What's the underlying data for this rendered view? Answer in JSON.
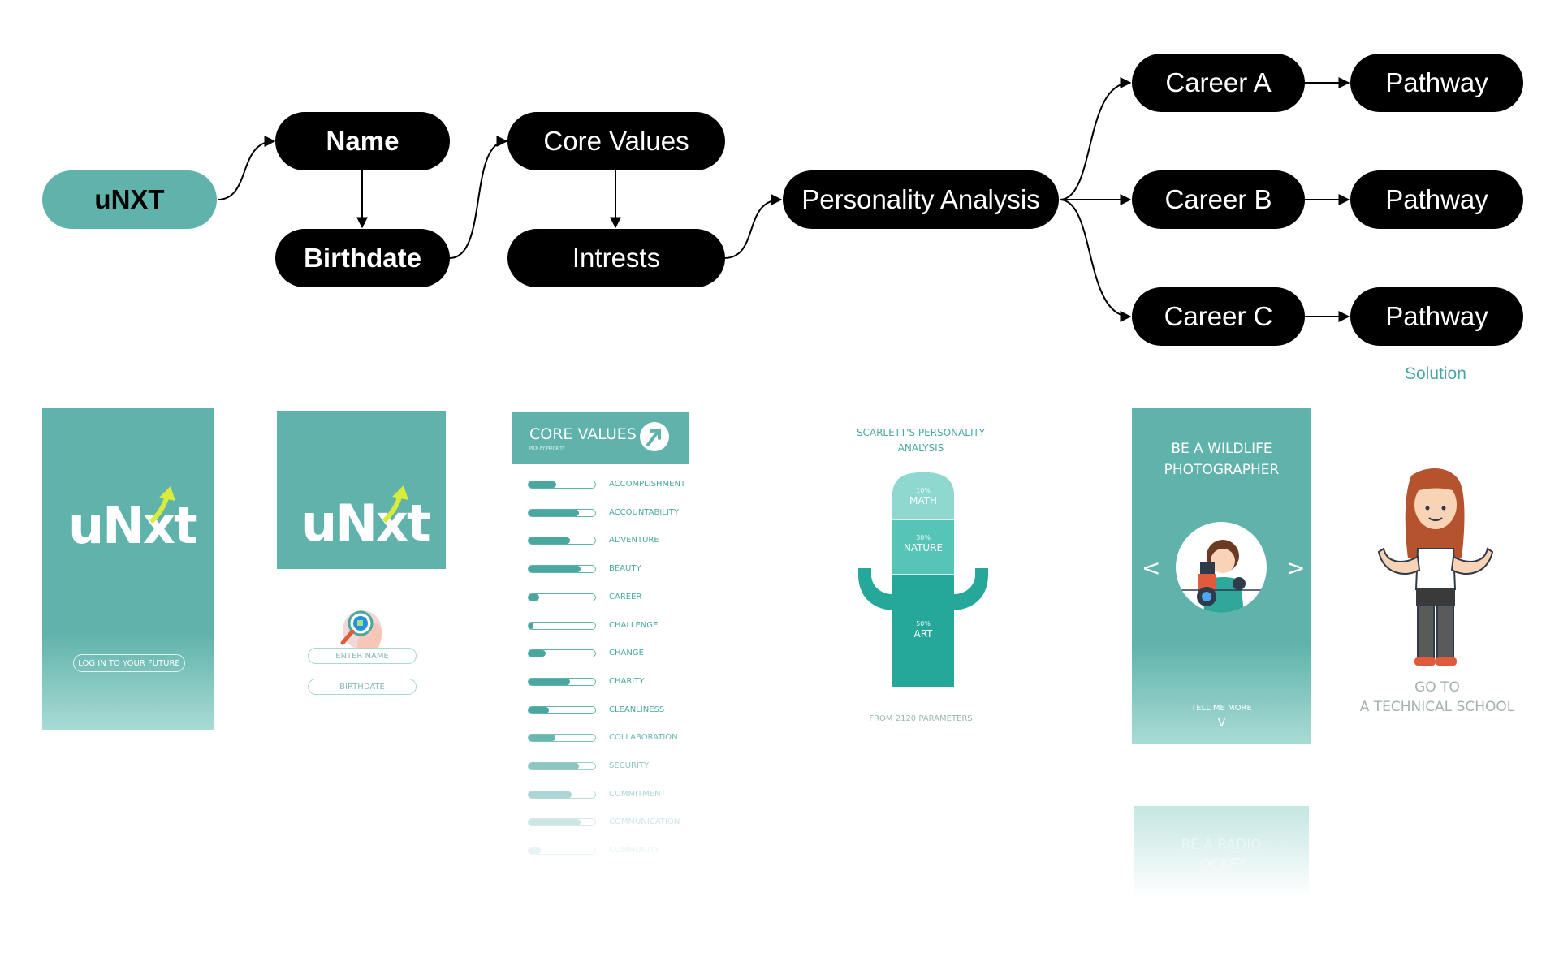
{
  "diagram": {
    "start": "uNXT",
    "name": "Name",
    "birthdate": "Birthdate",
    "core_values": "Core Values",
    "interests": "Intrests",
    "personality": "Personality Analysis",
    "careers": [
      "Career A",
      "Career B",
      "Career C"
    ],
    "pathways": [
      "Pathway",
      "Pathway",
      "Pathway"
    ],
    "solution": "Solution"
  },
  "screens": {
    "login": {
      "logo": "uNxt",
      "button": "LOG IN TO YOUR FUTURE"
    },
    "profile": {
      "logo": "uNxt",
      "name_placeholder": "ENTER NAME",
      "birthdate_placeholder": "BIRTHDATE"
    },
    "core_values": {
      "title": "CORE VALUES",
      "subtitle": "PICK BY PRIORITY",
      "items": [
        {
          "label": "ACCOMPLISHMENT",
          "level": 0.42
        },
        {
          "label": "ACCOUNTABILITY",
          "level": 0.75
        },
        {
          "label": "ADVENTURE",
          "level": 0.62
        },
        {
          "label": "BEAUTY",
          "level": 0.78
        },
        {
          "label": "CAREER",
          "level": 0.16
        },
        {
          "label": "CHALLENGE",
          "level": 0.07
        },
        {
          "label": "CHANGE",
          "level": 0.26
        },
        {
          "label": "CHARITY",
          "level": 0.62
        },
        {
          "label": "CLEANLINESS",
          "level": 0.3
        },
        {
          "label": "COLLABORATION",
          "level": 0.4
        },
        {
          "label": "SECURITY",
          "level": 0.75
        },
        {
          "label": "COMMITMENT",
          "level": 0.65
        },
        {
          "label": "COMMUNICATION",
          "level": 0.78
        },
        {
          "label": "COMMUNITY",
          "level": 0.18
        }
      ]
    },
    "personality": {
      "title_line1": "SCARLETT'S PERSONALITY",
      "title_line2": "ANALYSIS",
      "segments": [
        {
          "percent": "10%",
          "label": "MATH"
        },
        {
          "percent": "30%",
          "label": "NATURE"
        },
        {
          "percent": "50%",
          "label": "ART"
        }
      ],
      "footer": "FROM 2120 PARAMETERS"
    },
    "career": {
      "title_line1": "BE A  WILDLIFE",
      "title_line2": "PHOTOGRAPHER",
      "more": "TELL ME MORE",
      "prev": "<",
      "next": ">",
      "down": "V"
    },
    "career_ghost": {
      "title_line1": "BE A  RADIO",
      "title_line2": "JOCKEY"
    },
    "solution": {
      "line1": "GO TO",
      "line2": "A TECHNICAL SCHOOL"
    }
  },
  "colors": {
    "teal": "#5fb3ab",
    "teal_dark": "#3a9c94",
    "black": "#000000"
  }
}
